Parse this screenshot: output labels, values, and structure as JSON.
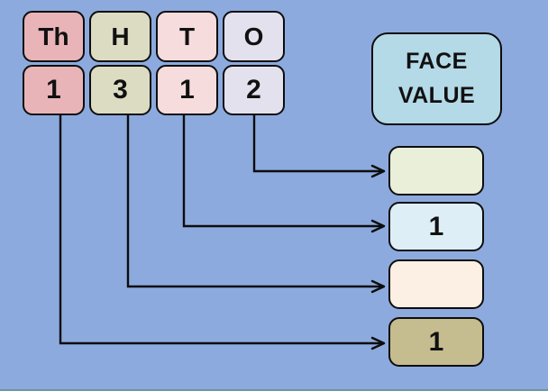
{
  "background": {
    "color": "#8caadd",
    "bottom_edge_color": "#6d98a0"
  },
  "place_value_chart": {
    "columns": [
      {
        "id": "thousands",
        "label": "Th",
        "digit": "1",
        "color": "#e8b4b8"
      },
      {
        "id": "hundreds",
        "label": "H",
        "digit": "3",
        "color": "#dbdcc2"
      },
      {
        "id": "tens",
        "label": "T",
        "digit": "1",
        "color": "#f6dcdd"
      },
      {
        "id": "ones",
        "label": "O",
        "digit": "2",
        "color": "#e4e1ef"
      }
    ]
  },
  "face_value_panel": {
    "title": "FACE VALUE",
    "color": "#b4d9e7",
    "answers": [
      {
        "source_column": "O",
        "value": "",
        "color": "#e9efd9"
      },
      {
        "source_column": "T",
        "value": "1",
        "color": "#ddeef6"
      },
      {
        "source_column": "H",
        "value": "",
        "color": "#fcefe3"
      },
      {
        "source_column": "Th",
        "value": "1",
        "color": "#c5bc90"
      }
    ]
  },
  "connections": [
    {
      "from": "O",
      "to_answer_index": 0
    },
    {
      "from": "T",
      "to_answer_index": 1
    },
    {
      "from": "H",
      "to_answer_index": 2
    },
    {
      "from": "Th",
      "to_answer_index": 3
    }
  ]
}
